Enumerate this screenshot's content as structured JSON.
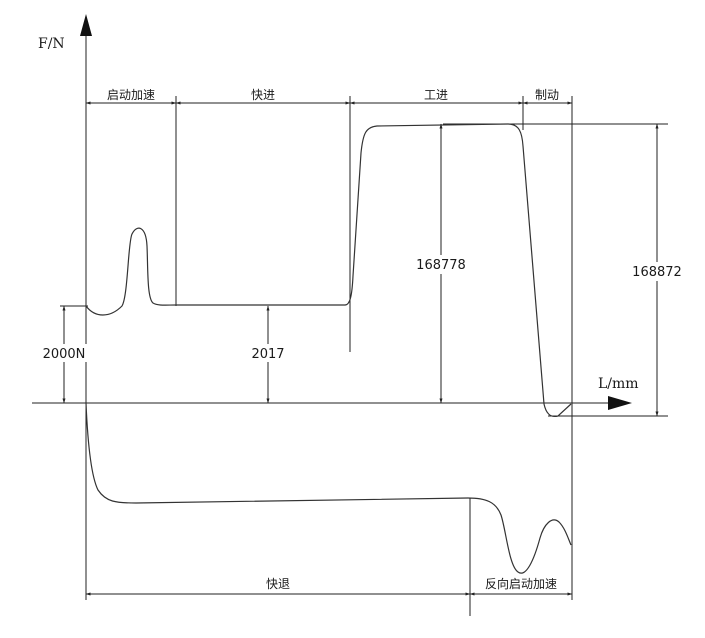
{
  "axes": {
    "y_label": "F/N",
    "x_label": "L/mm"
  },
  "phases_forward": {
    "start_accel": "启动加速",
    "fast_forward": "快进",
    "work_feed": "工进",
    "braking": "制动"
  },
  "phases_return": {
    "fast_return": "快退",
    "reverse_start_accel": "反向启动加速"
  },
  "values": {
    "initial_force": "2000N",
    "fast_forward_force": "2017",
    "work_feed_force": "168778",
    "peak_force": "168872"
  }
}
